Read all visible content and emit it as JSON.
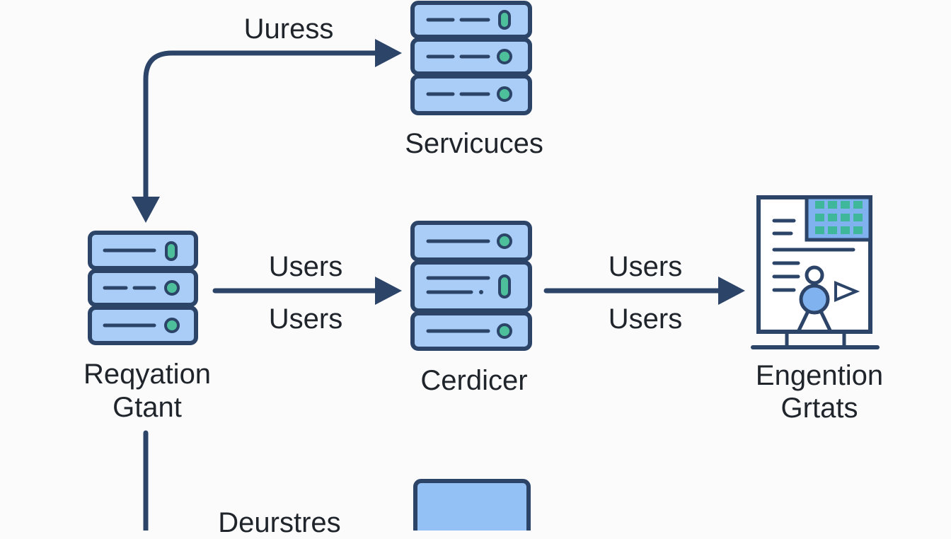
{
  "colors": {
    "stroke": "#2b4468",
    "fill_light": "#a9cdf7",
    "fill_bright": "#93c0f5",
    "indicator": "#4dbf9a",
    "grid_cell": "#3fb79a",
    "grid_bg": "#7fb2ef",
    "background": "#fbfbfc"
  },
  "nodes": {
    "services": {
      "label": "Servicuces",
      "icon": "server-icon"
    },
    "reqyation": {
      "label_line1": "Reqyation",
      "label_line2": "Gtant",
      "icon": "server-icon"
    },
    "cerdicer": {
      "label": "Cerdicer",
      "icon": "server-icon"
    },
    "engention": {
      "label_line1": "Engention",
      "label_line2": "Grtats",
      "icon": "dashboard-monitor-icon"
    },
    "bottom": {
      "icon": "monitor-screen-icon"
    }
  },
  "edges": {
    "to_services": {
      "label": "Uuress"
    },
    "to_cerdicer": {
      "label_top": "Users",
      "label_bottom": "Users"
    },
    "to_engention": {
      "label_top": "Users",
      "label_bottom": "Users"
    },
    "to_bottom": {
      "label": "Deurstres"
    }
  }
}
